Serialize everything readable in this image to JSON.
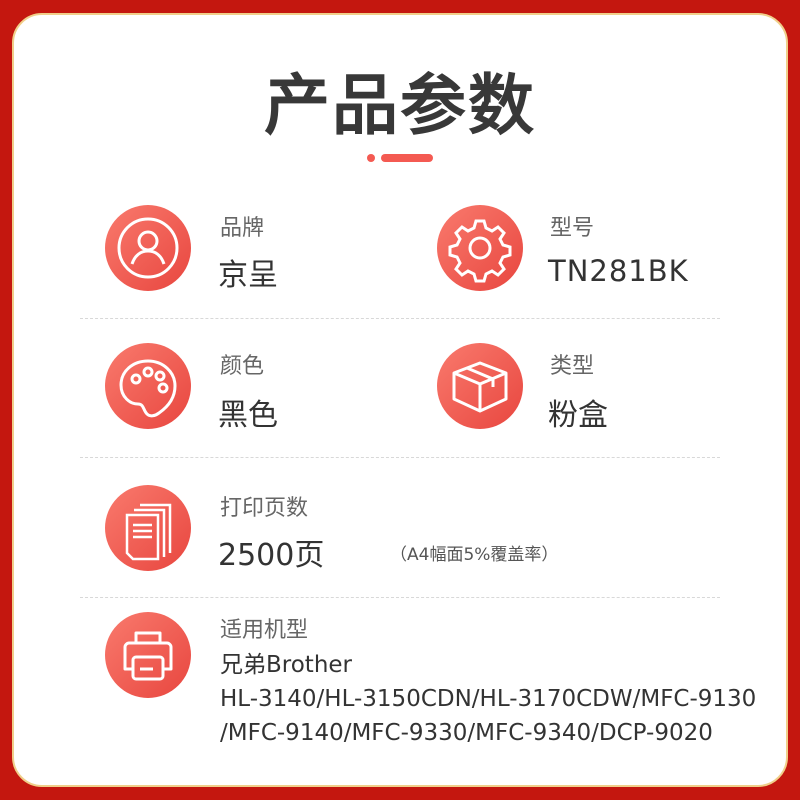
{
  "title": "产品参数",
  "specs": {
    "brand": {
      "label": "品牌",
      "value": "京呈",
      "icon": "user-icon"
    },
    "model": {
      "label": "型号",
      "value": "TN281BK",
      "icon": "gear-icon"
    },
    "color": {
      "label": "颜色",
      "value": "黑色",
      "icon": "palette-icon"
    },
    "type": {
      "label": "类型",
      "value": "粉盒",
      "icon": "box-icon"
    },
    "pages": {
      "label": "打印页数",
      "value": "2500页",
      "note": "（A4幅面5%覆盖率）",
      "icon": "pages-icon"
    },
    "compat": {
      "label": "适用机型",
      "line1": "兄弟Brother",
      "line2": "HL-3140/HL-3150CDN/HL-3170CDW/MFC-9130",
      "line3": "/MFC-9140/MFC-9330/MFC-9340/DCP-9020",
      "icon": "printer-icon"
    }
  },
  "colors": {
    "frame": "#c4170f",
    "accent": "#f45a52",
    "text": "#333333"
  }
}
